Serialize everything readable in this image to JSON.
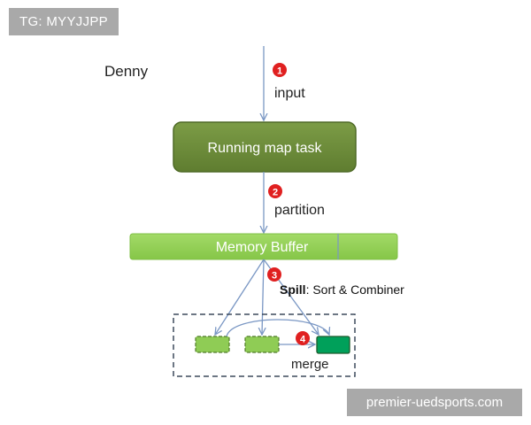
{
  "watermark_top": "TG: MYYJJPP",
  "watermark_bottom": "premier-uedsports.com",
  "author": "Denny",
  "labels": {
    "input": "input",
    "partition": "partition",
    "spill_bold": "Spill",
    "spill_rest": ": Sort & Combiner",
    "merge": "merge"
  },
  "nodes": {
    "map_task": "Running map task",
    "memory_buffer": "Memory Buffer"
  },
  "steps": [
    "1",
    "2",
    "3",
    "4"
  ],
  "colors": {
    "map_task_fill": "#6f8f3a",
    "map_task_border": "#4e6a26",
    "buffer_fill": "#92d050",
    "spill_fill": "#8fcc55",
    "merged_fill": "#00a05a",
    "arrow": "#7a97c4",
    "step_badge": "#e02020",
    "watermark_bg": "#a9a9a9"
  }
}
